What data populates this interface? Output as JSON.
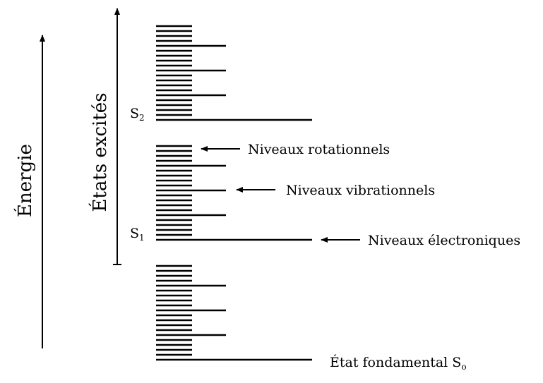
{
  "axes": {
    "energy_label": "Énergie",
    "excited_label": "États excités"
  },
  "states": [
    {
      "name": "S2",
      "label_main": "S",
      "label_sub": "2"
    },
    {
      "name": "S1",
      "label_main": "S",
      "label_sub": "1"
    },
    {
      "name": "S0",
      "label": "État fondamental S",
      "label_sub": "o"
    }
  ],
  "annotations": {
    "rotational": "Niveaux rotationnels",
    "vibrational": "Niveaux vibrationnels",
    "electronic": "Niveaux électroniques"
  },
  "structure": {
    "sublevels_per_state": 20,
    "vibrational_every": 5
  },
  "colors": {
    "ink": "#000000",
    "background": "#ffffff"
  }
}
